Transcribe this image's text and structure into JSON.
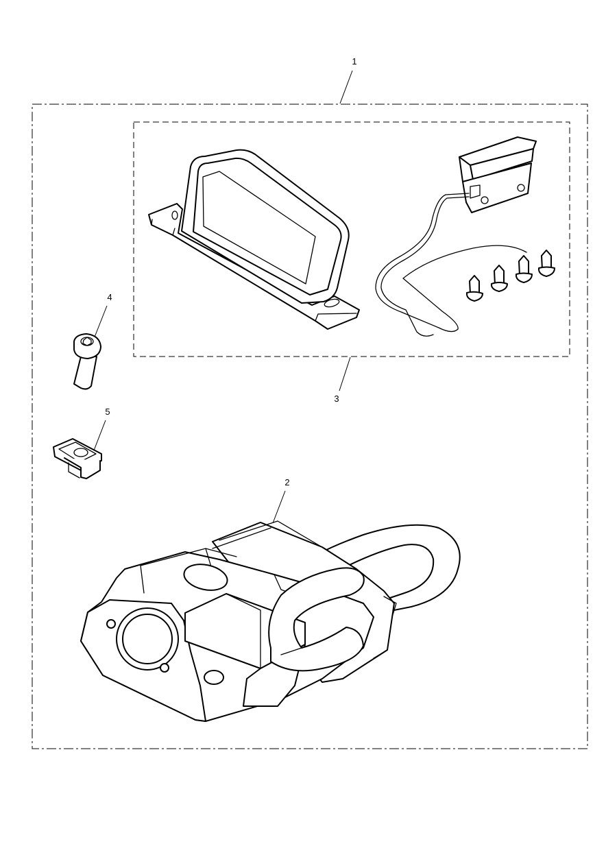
{
  "callouts": {
    "kit": "1",
    "lock": "2",
    "alarm_kit": "3",
    "bolt": "4",
    "clip_nut": "5"
  },
  "colors": {
    "line": "#000000",
    "background": "#ffffff"
  }
}
